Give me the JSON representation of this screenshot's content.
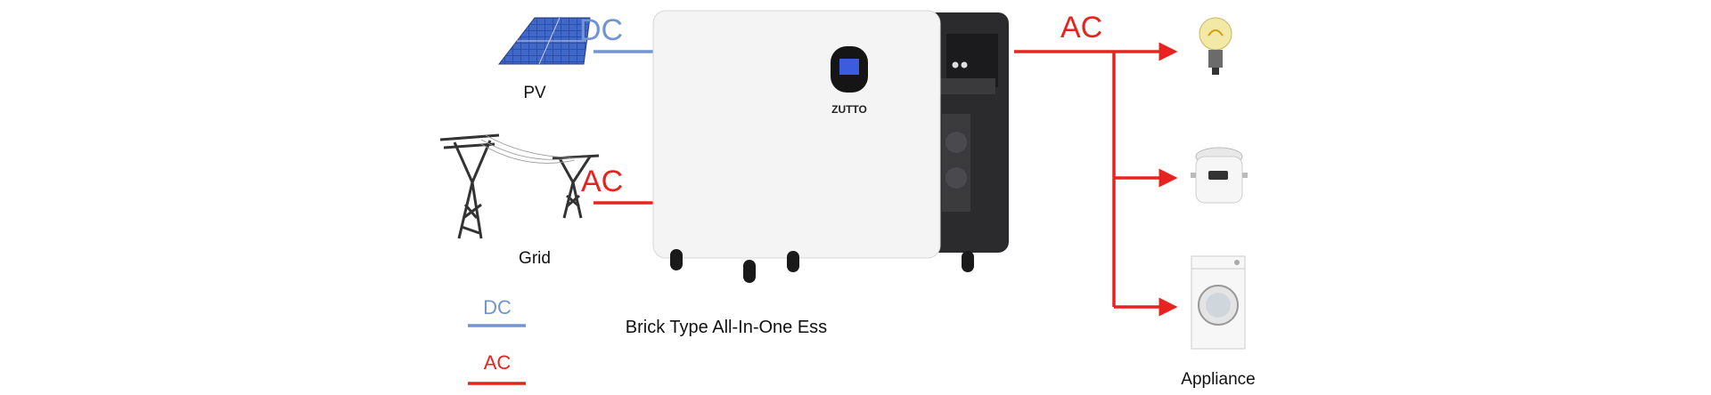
{
  "diagram": {
    "sources": {
      "pv_label": "PV",
      "grid_label": "Grid"
    },
    "flows": {
      "pv_to_ess": "DC",
      "grid_to_ess": "AC",
      "ess_to_loads": "AC"
    },
    "device": {
      "brand": "ZUTTO",
      "caption": "Brick Type All-In-One Ess"
    },
    "loads": {
      "label": "Appliance",
      "items": [
        "light-bulb",
        "rice-cooker",
        "washing-machine"
      ]
    },
    "legend": {
      "dc_label": "DC",
      "ac_label": "AC"
    },
    "colors": {
      "dc": "#7094d4",
      "ac": "#e8231f"
    }
  }
}
